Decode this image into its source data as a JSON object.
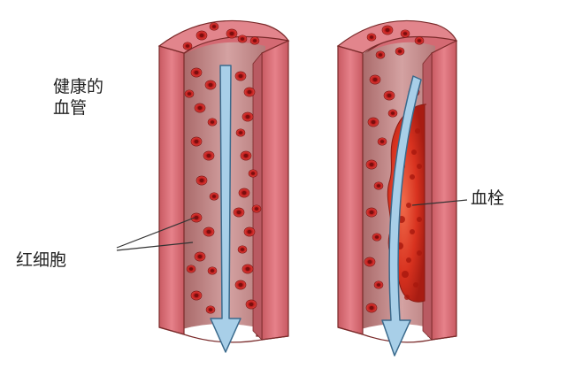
{
  "labels": {
    "healthy_line1": "健康的",
    "healthy_line2": "血管",
    "red_blood_cells": "红细胞",
    "clot": "血栓"
  },
  "colors": {
    "vessel_wall": "#e0707a",
    "vessel_wall_dark": "#c85a62",
    "wall_outline": "#7a2a2a",
    "lumen": "#c48e8e",
    "lumen_shadow": "#a86868",
    "red_cell": "#d22a2a",
    "red_cell_dark": "#8c1414",
    "clot": "#e03a2a",
    "clot_dark": "#b01e14",
    "flow_arrow": "#a8cfe8",
    "flow_arrow_outline": "#3a6a8c",
    "label_text": "#222222"
  }
}
